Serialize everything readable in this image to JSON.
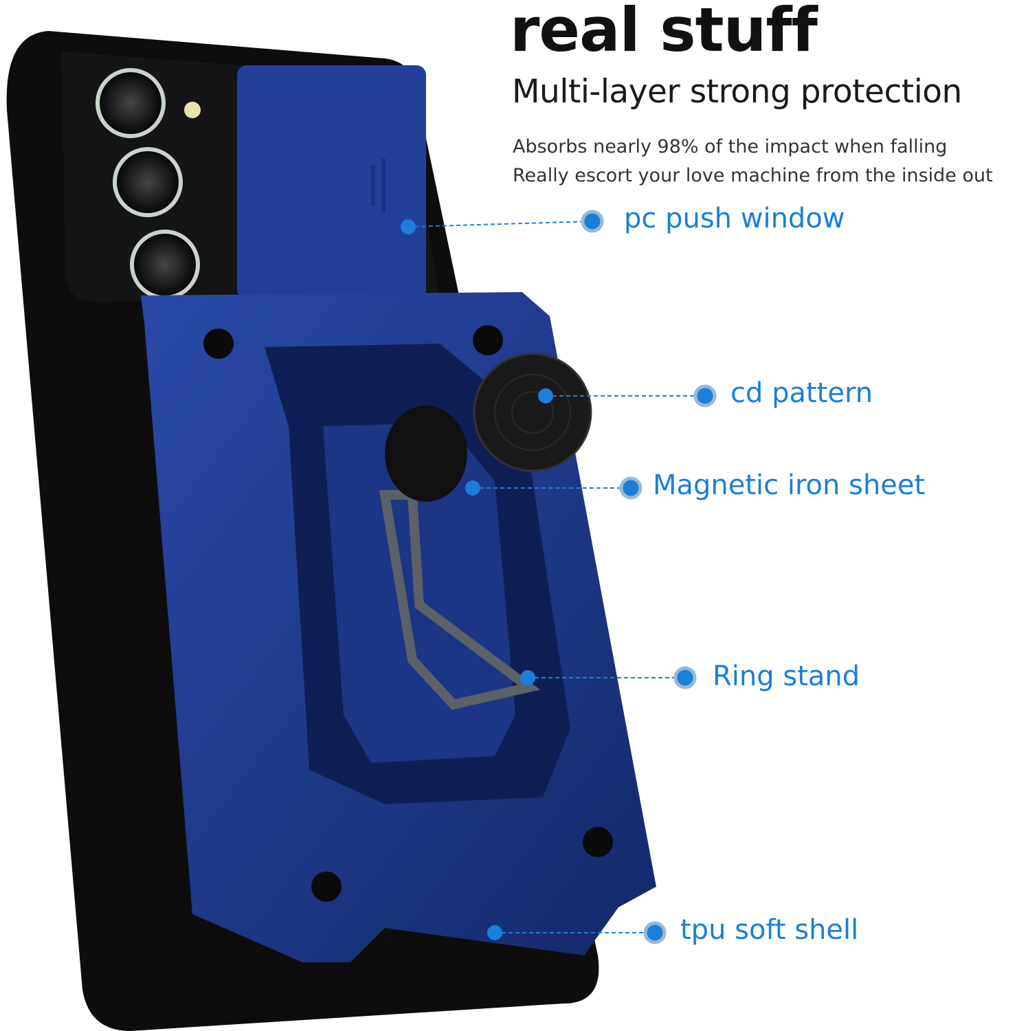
{
  "heading": {
    "title": "real stuff",
    "subtitle": "Multi-layer strong protection",
    "lines": [
      "Absorbs nearly 98% of the impact when falling",
      "Really escort your love machine from the inside out"
    ]
  },
  "callouts": [
    {
      "label": "pc push window"
    },
    {
      "label": "cd pattern"
    },
    {
      "label": "Magnetic iron sheet"
    },
    {
      "label": "Ring stand"
    },
    {
      "label": "tpu soft shell"
    }
  ],
  "colors": {
    "accent": "#1a7fd8",
    "case_blue": "#1f3a8a",
    "tpu_black": "#0d0d0d"
  }
}
